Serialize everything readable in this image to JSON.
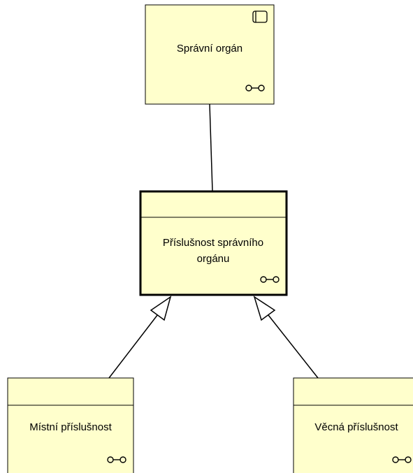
{
  "colors": {
    "node_fill": "#FFFFCC",
    "stroke": "#000000",
    "background": "#FFFFFF"
  },
  "nodes": {
    "spravni_organ": {
      "label_lines": [
        "Správní orgán"
      ],
      "icons": [
        "component-icon",
        "view-icon"
      ]
    },
    "prislusnost": {
      "label_lines": [
        "Příslušnost správního",
        "orgánu"
      ],
      "icons": [
        "view-icon"
      ]
    },
    "mistni": {
      "label_lines": [
        "Místní příslušnost"
      ],
      "icons": [
        "view-icon"
      ]
    },
    "vecna": {
      "label_lines": [
        "Věcná příslušnost"
      ],
      "icons": [
        "view-icon"
      ]
    }
  },
  "edges": [
    {
      "from": "spravni_organ",
      "to": "prislusnost",
      "type": "association"
    },
    {
      "from": "mistni",
      "to": "prislusnost",
      "type": "generalization"
    },
    {
      "from": "vecna",
      "to": "prislusnost",
      "type": "generalization"
    }
  ]
}
